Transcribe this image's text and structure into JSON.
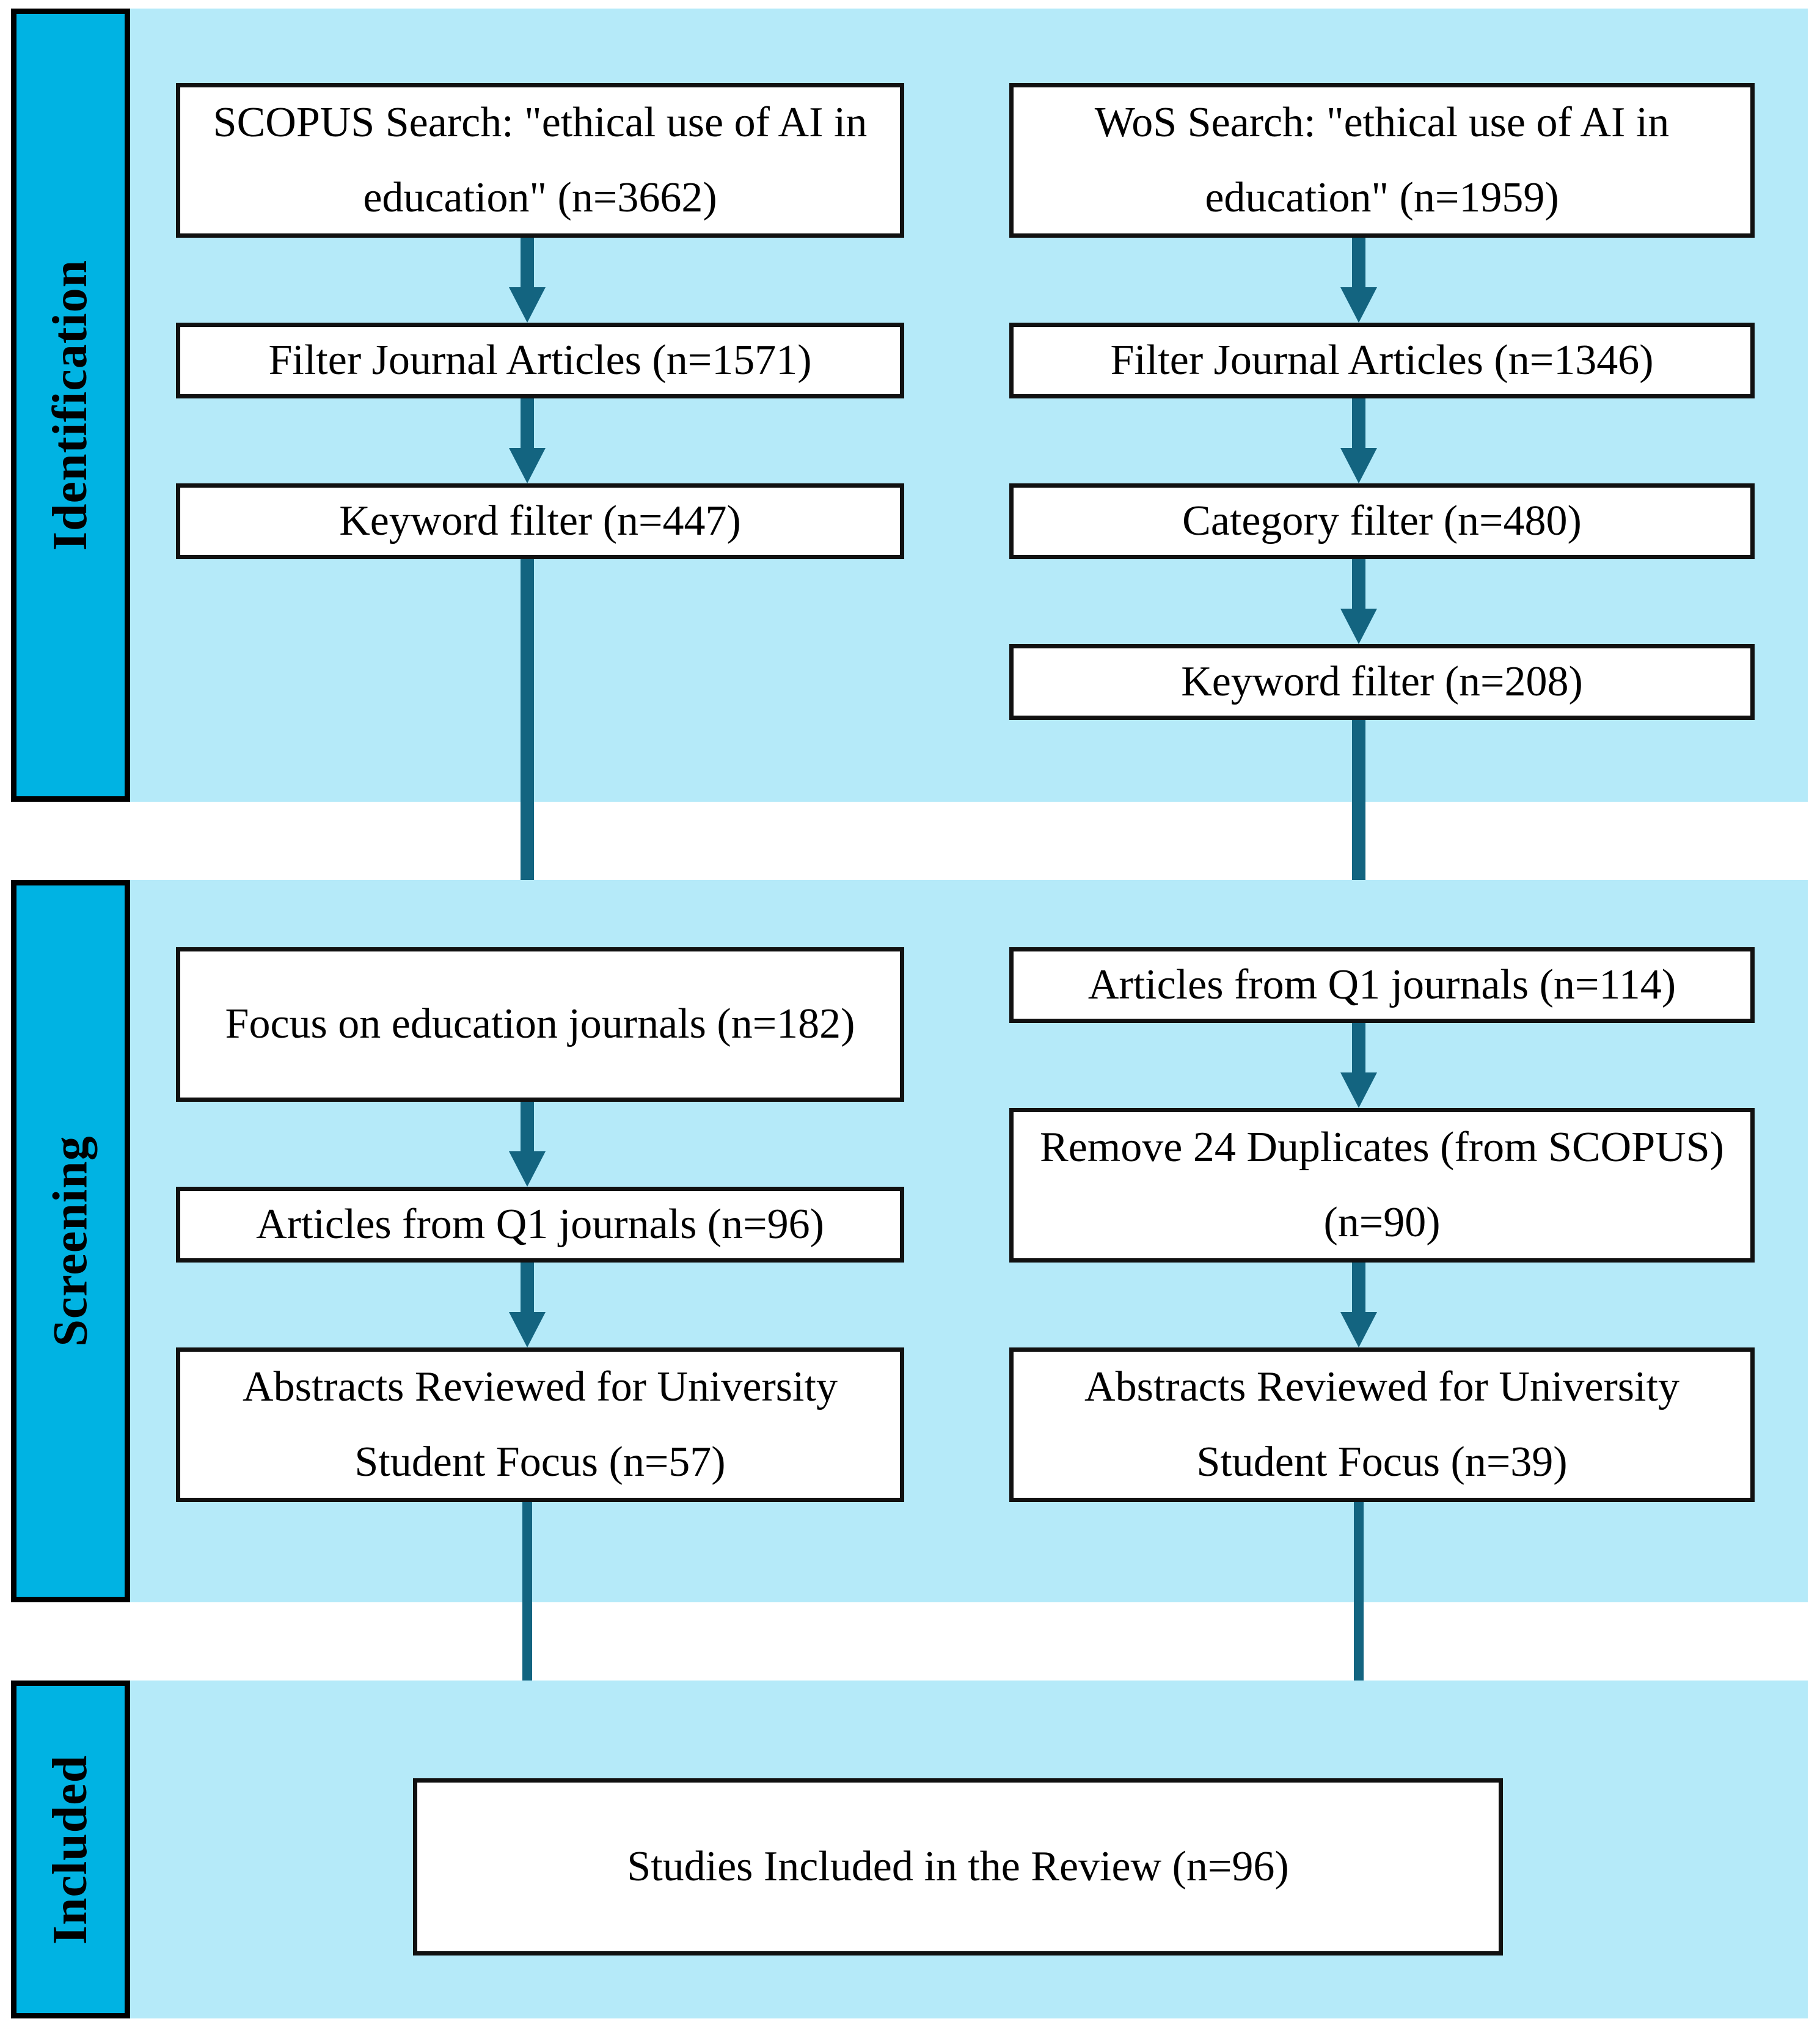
{
  "figure": {
    "type": "prisma-flow-diagram",
    "colors": {
      "stage_chip": "#00B3E3",
      "stage_band": "#B5EAF9",
      "arrow": "#136480",
      "box_border": "#111111",
      "box_fill": "#FFFFFF",
      "page_background": "#FFFFFF"
    }
  },
  "stages": [
    {
      "id": "identification",
      "label": "Identification"
    },
    {
      "id": "screening",
      "label": "Screening"
    },
    {
      "id": "included",
      "label": "Included"
    }
  ],
  "boxes": {
    "scopus_search": "SCOPUS Search: \"ethical use of AI in education\" (n=3662)",
    "scopus_filter_journal": "Filter Journal Articles (n=1571)",
    "scopus_keyword_filter": "Keyword filter (n=447)",
    "wos_search": "WoS Search: \"ethical use of AI in education\" (n=1959)",
    "wos_filter_journal": "Filter Journal Articles (n=1346)",
    "wos_category_filter": "Category filter (n=480)",
    "wos_keyword_filter": "Keyword filter (n=208)",
    "scopus_education_focus": "Focus on education journals (n=182)",
    "scopus_q1": "Articles from Q1 journals (n=96)",
    "scopus_abstracts": "Abstracts Reviewed for University Student Focus (n=57)",
    "wos_q1": "Articles from Q1 journals (n=114)",
    "wos_duplicates": "Remove 24 Duplicates (from SCOPUS) (n=90)",
    "wos_abstracts": "Abstracts Reviewed for University Student Focus (n=39)",
    "studies_included": "Studies Included in the Review (n=96)"
  },
  "counts": {
    "scopus_search": 3662,
    "scopus_filter_journal": 1571,
    "scopus_keyword_filter": 447,
    "wos_search": 1959,
    "wos_filter_journal": 1346,
    "wos_category_filter": 480,
    "wos_keyword_filter": 208,
    "scopus_education_focus": 182,
    "scopus_q1": 96,
    "scopus_abstracts": 57,
    "wos_q1": 114,
    "wos_duplicates": 90,
    "wos_abstracts": 39,
    "studies_included": 96
  }
}
